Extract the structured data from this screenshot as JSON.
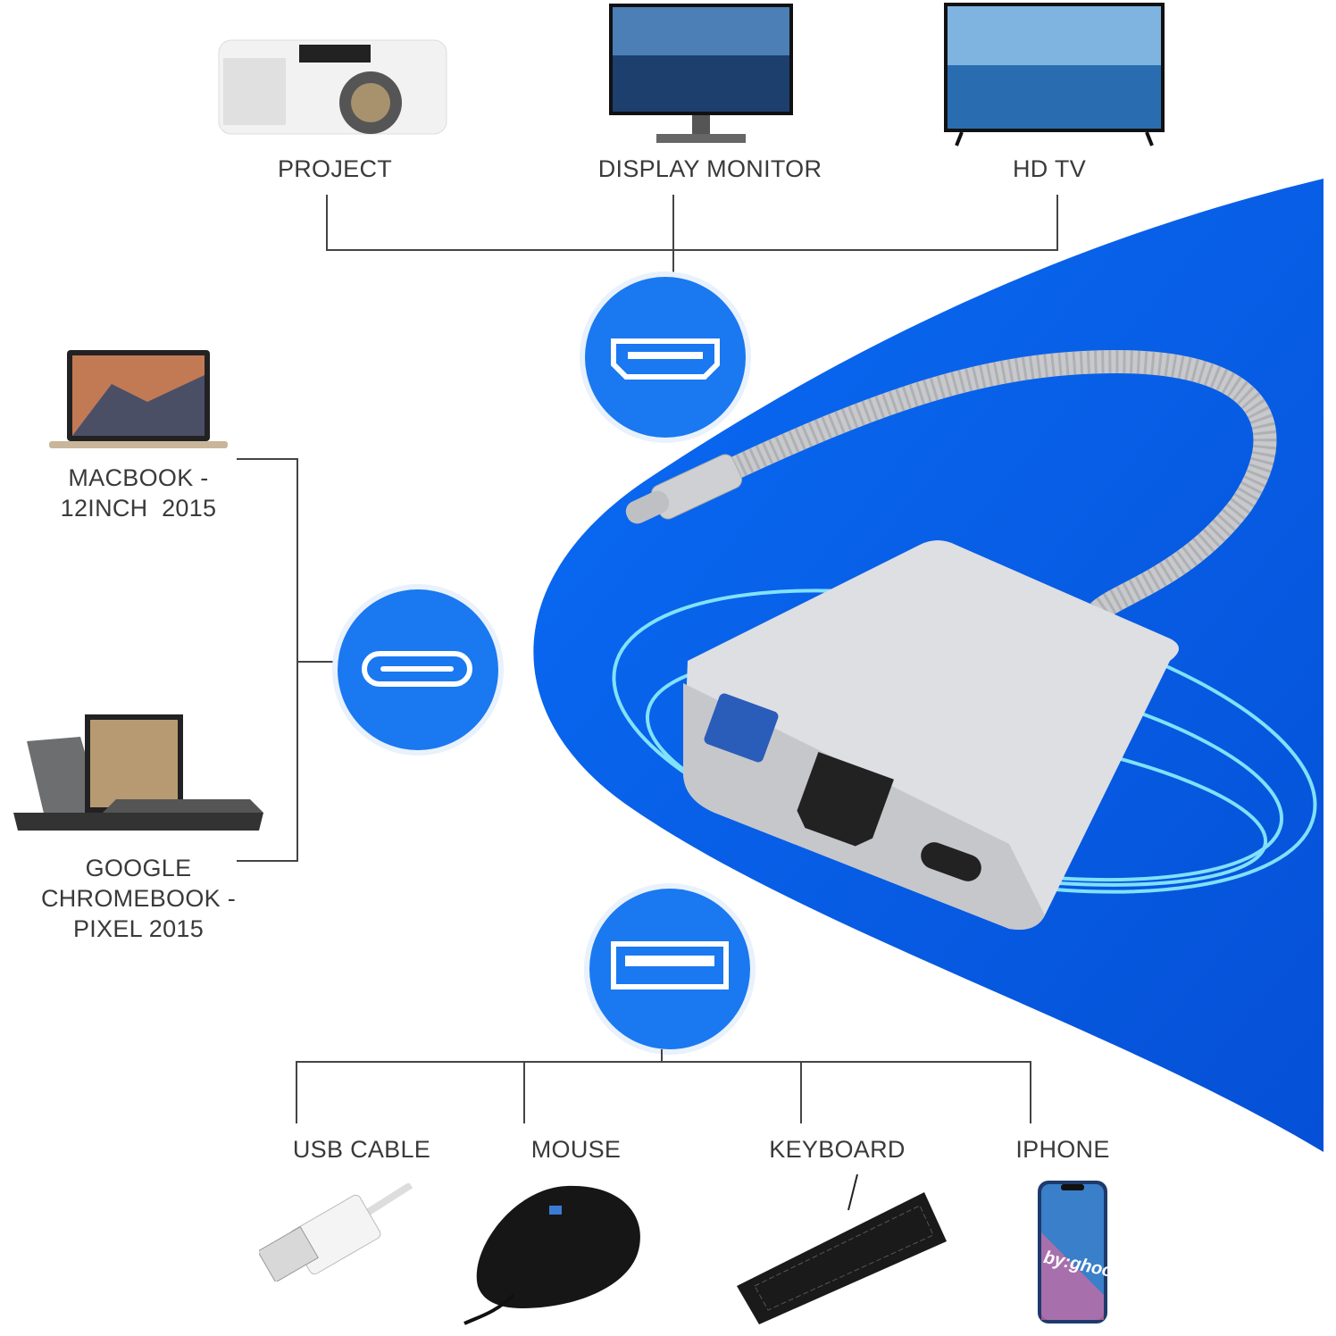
{
  "outputs": {
    "top": [
      "PROJECT",
      "DISPLAY MONITOR",
      "HD TV"
    ],
    "left": [
      "MACBOOK -\n12INCH  2015",
      "GOOGLE\nCHROMEBOOK -\nPIXEL 2015"
    ],
    "bottom": [
      "USB CABLE",
      "MOUSE",
      "KEYBOARD",
      "IPHONE"
    ]
  },
  "ports": [
    "hdmi-port-icon",
    "usb-c-port-icon",
    "usb-a-port-icon"
  ],
  "watermark": "by:ghoo",
  "colors": {
    "accent": "#1a78f0",
    "glow": "#7fe6ff",
    "adapter": "#d9dadd"
  }
}
